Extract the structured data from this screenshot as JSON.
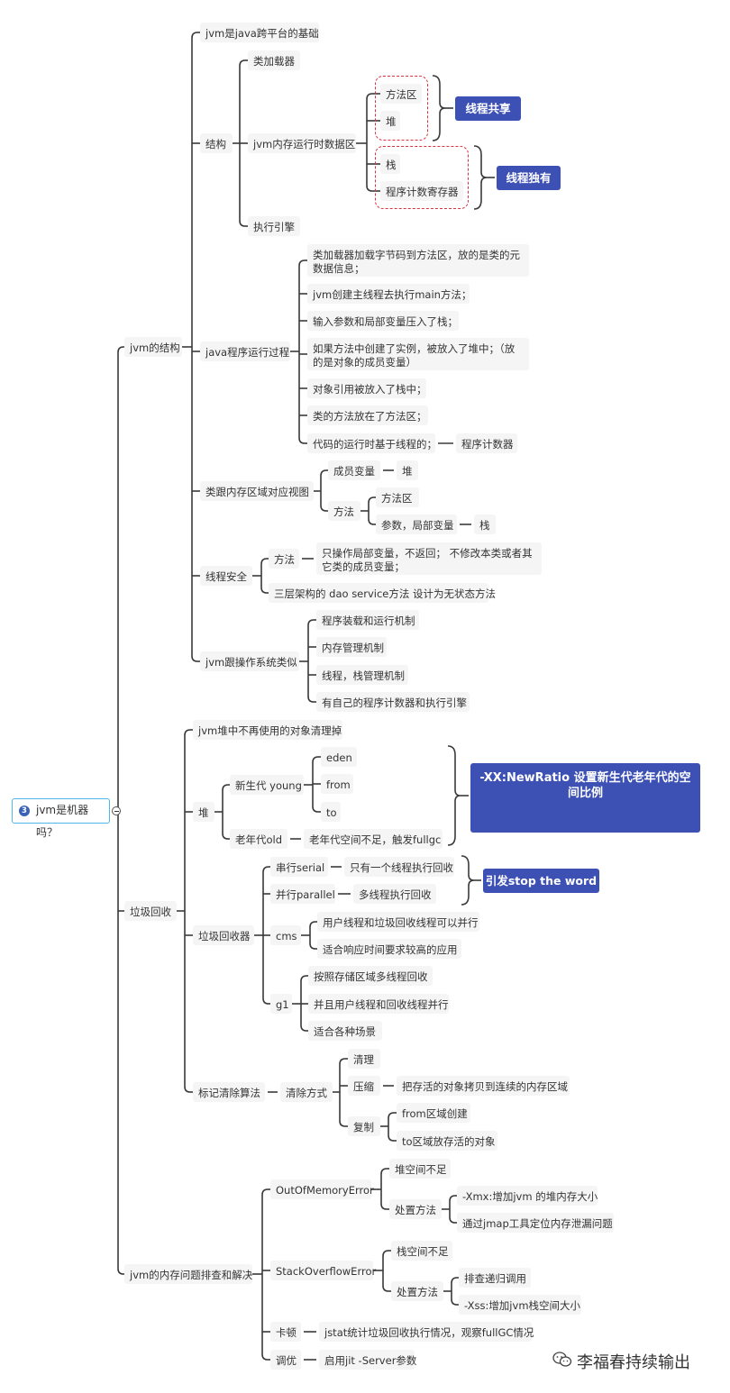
{
  "root": {
    "badge": "3",
    "label": "jvm是机器吗？"
  },
  "watermark": {
    "text": "李福春持续输出"
  },
  "tags": {
    "thread_shared": "线程共享",
    "thread_private": "线程独有",
    "newratio": "-XX:NewRatio 设置新生代老年代的空间比例",
    "stop_the_word": "引发stop the word"
  },
  "nodes": {
    "n1": "jvm的结构",
    "n1_1": "jvm是java跨平台的基础",
    "n1_2": "结构",
    "n1_2_1": "类加载器",
    "n1_2_2": "jvm内存运行时数据区",
    "n1_2_2_1": "方法区",
    "n1_2_2_2": "堆",
    "n1_2_2_3": "栈",
    "n1_2_2_4": "程序计数寄存器",
    "n1_2_3": "执行引擎",
    "n1_3": "java程序运行过程",
    "n1_3_1": "类加载器加载字节码到方法区，放的是类的元数据信息；",
    "n1_3_2": "jvm创建主线程去执行main方法；",
    "n1_3_3": "输入参数和局部变量压入了栈；",
    "n1_3_4": "如果方法中创建了实例，被放入了堆中；（放的是对象的成员变量）",
    "n1_3_5": "对象引用被放入了栈中；",
    "n1_3_6": "类的方法放在了方法区；",
    "n1_3_7": "代码的运行时基于线程的；",
    "n1_3_7_1": "程序计数器",
    "n1_4": "类跟内存区域对应视图",
    "n1_4_1": "成员变量",
    "n1_4_1_1": "堆",
    "n1_4_2": "方法",
    "n1_4_2_1": "方法区",
    "n1_4_2_2": "参数，局部变量",
    "n1_4_2_2_1": "栈",
    "n1_5": "线程安全",
    "n1_5_1": "方法",
    "n1_5_1_1": "只操作局部变量，不返回； 不修改本类或者其它类的成员变量；",
    "n1_5_2": "三层架构的 dao service方法 设计为无状态方法",
    "n1_6": "jvm跟操作系统类似",
    "n1_6_1": "程序装载和运行机制",
    "n1_6_2": "内存管理机制",
    "n1_6_3": "线程，栈管理机制",
    "n1_6_4": "有自己的程序计数器和执行引擎",
    "n2": "垃圾回收",
    "n2_1": "jvm堆中不再使用的对象清理掉",
    "n2_2": "堆",
    "n2_2_1": "新生代 young",
    "n2_2_1_1": "eden",
    "n2_2_1_2": "from",
    "n2_2_1_3": "to",
    "n2_2_2": "老年代old",
    "n2_2_2_1": "老年代空间不足，触发fullgc",
    "n2_3": "垃圾回收器",
    "n2_3_1": "串行serial",
    "n2_3_1_1": "只有一个线程执行回收",
    "n2_3_2": "并行parallel",
    "n2_3_2_1": "多线程执行回收",
    "n2_3_3": "cms",
    "n2_3_3_1": "用户线程和垃圾回收线程可以并行",
    "n2_3_3_2": "适合响应时间要求较高的应用",
    "n2_3_4": "g1",
    "n2_3_4_1": "按照存储区域多线程回收",
    "n2_3_4_2": "并且用户线程和回收线程并行",
    "n2_3_4_3": "适合各种场景",
    "n2_4": "标记清除算法",
    "n2_4_1": "清除方式",
    "n2_4_1_1": "清理",
    "n2_4_1_2": "压缩",
    "n2_4_1_2_1": "把存活的对象拷贝到连续的内存区域",
    "n2_4_1_3": "复制",
    "n2_4_1_3_1": "from区域创建",
    "n2_4_1_3_2": "to区域放存活的对象",
    "n3": "jvm的内存问题排查和解决",
    "n3_1": "OutOfMemoryError",
    "n3_1_1": "堆空间不足",
    "n3_1_2": "处置方法",
    "n3_1_2_1": "-Xmx:增加jvm 的堆内存大小",
    "n3_1_2_2": "通过jmap工具定位内存泄漏问题",
    "n3_2": "StackOverflowError",
    "n3_2_1": "栈空间不足",
    "n3_2_2": "处置方法",
    "n3_2_2_1": "排查递归调用",
    "n3_2_2_2": "-Xss:增加jvm栈空间大小",
    "n3_3": "卡顿",
    "n3_3_1": "jstat统计垃圾回收执行情况，观察fullGC情况",
    "n3_4": "调优",
    "n3_4_1": "启用jit -Server参数"
  }
}
